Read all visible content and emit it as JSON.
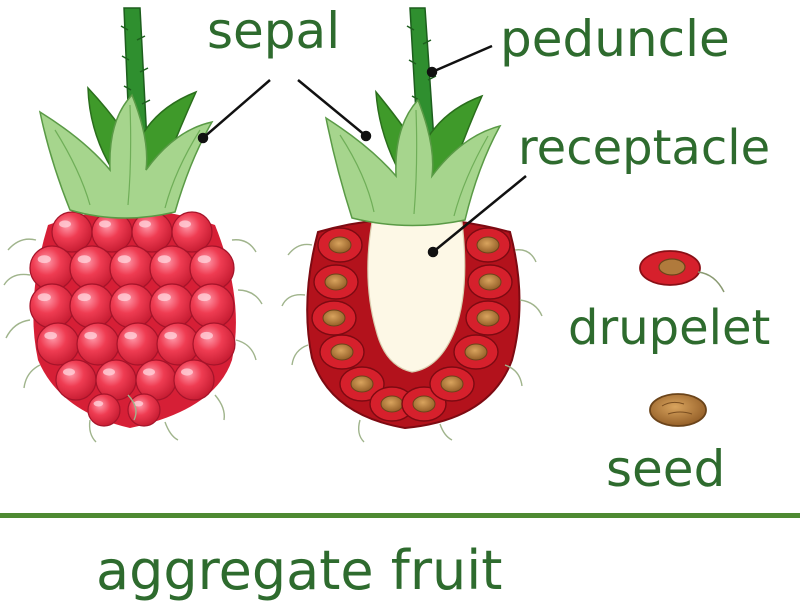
{
  "labels": {
    "sepal": "sepal",
    "peduncle": "peduncle",
    "receptacle": "receptacle",
    "drupelet": "drupelet",
    "seed": "seed"
  },
  "title": "aggregate fruit",
  "colors": {
    "label_text": "#2e6b2e",
    "divider": "#4e8a32",
    "stem": "#2f8f2f",
    "sepal_light": "#a6d58d",
    "sepal_dark": "#3f9a2a",
    "drupelet_red": "#e8344a",
    "drupelet_highlight": "#ff7d90",
    "cut_red": "#b3121c",
    "receptacle": "#fdf8e6",
    "seed": "#b07a3c"
  }
}
